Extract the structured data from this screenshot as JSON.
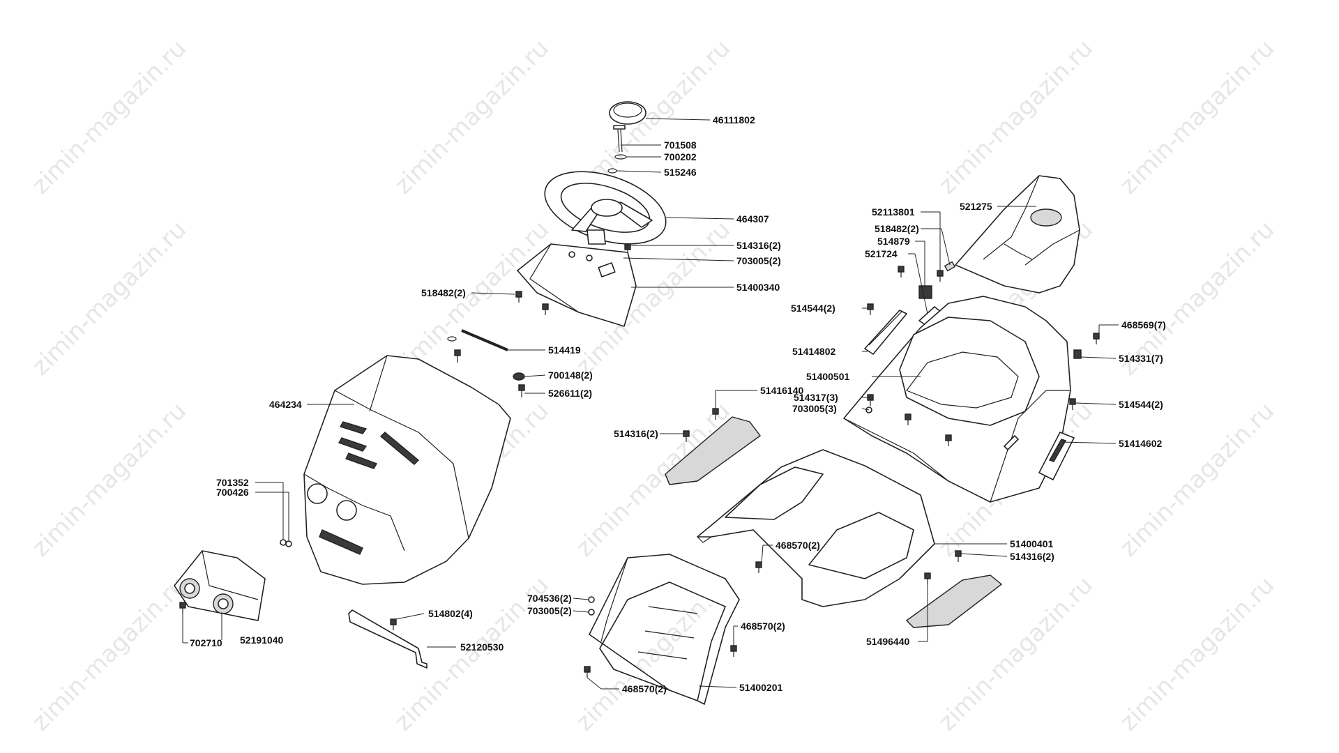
{
  "watermark": "zimin-magazin.ru",
  "colors": {
    "background": "#ffffff",
    "line": "#222222",
    "watermark": "#b8b8b8"
  },
  "labels": {
    "p46111802": "46111802",
    "p701508": "701508",
    "p700202": "700202",
    "p515246": "515246",
    "p464307": "464307",
    "p514316_2_top": "514316(2)",
    "p703005_2_top": "703005(2)",
    "p51400340": "51400340",
    "p518482_2_left": "518482(2)",
    "p514419": "514419",
    "p700148_2": "700148(2)",
    "p526611_2": "526611(2)",
    "p464234": "464234",
    "p701352": "701352",
    "p700426": "700426",
    "p702710": "702710",
    "p52191040": "52191040",
    "p514802_4": "514802(4)",
    "p52120530": "52120530",
    "p52113801": "52113801",
    "p518482_2_right": "518482(2)",
    "p514879": "514879",
    "p521724": "521724",
    "p521275": "521275",
    "p514544_2_left": "514544(2)",
    "p51414802": "51414802",
    "p51400501": "51400501",
    "p468569_7": "468569(7)",
    "p514331_7": "514331(7)",
    "p51416140": "51416140",
    "p514317_3": "514317(3)",
    "p703005_3": "703005(3)",
    "p514316_2_mid": "514316(2)",
    "p514544_2_right": "514544(2)",
    "p51414602": "51414602",
    "p468570_2_a": "468570(2)",
    "p51400401": "51400401",
    "p514316_2_bot": "514316(2)",
    "p704536_2": "704536(2)",
    "p703005_2_bot": "703005(2)",
    "p468570_2_b": "468570(2)",
    "p51496440": "51496440",
    "p468570_2_c": "468570(2)",
    "p51400201": "51400201"
  }
}
